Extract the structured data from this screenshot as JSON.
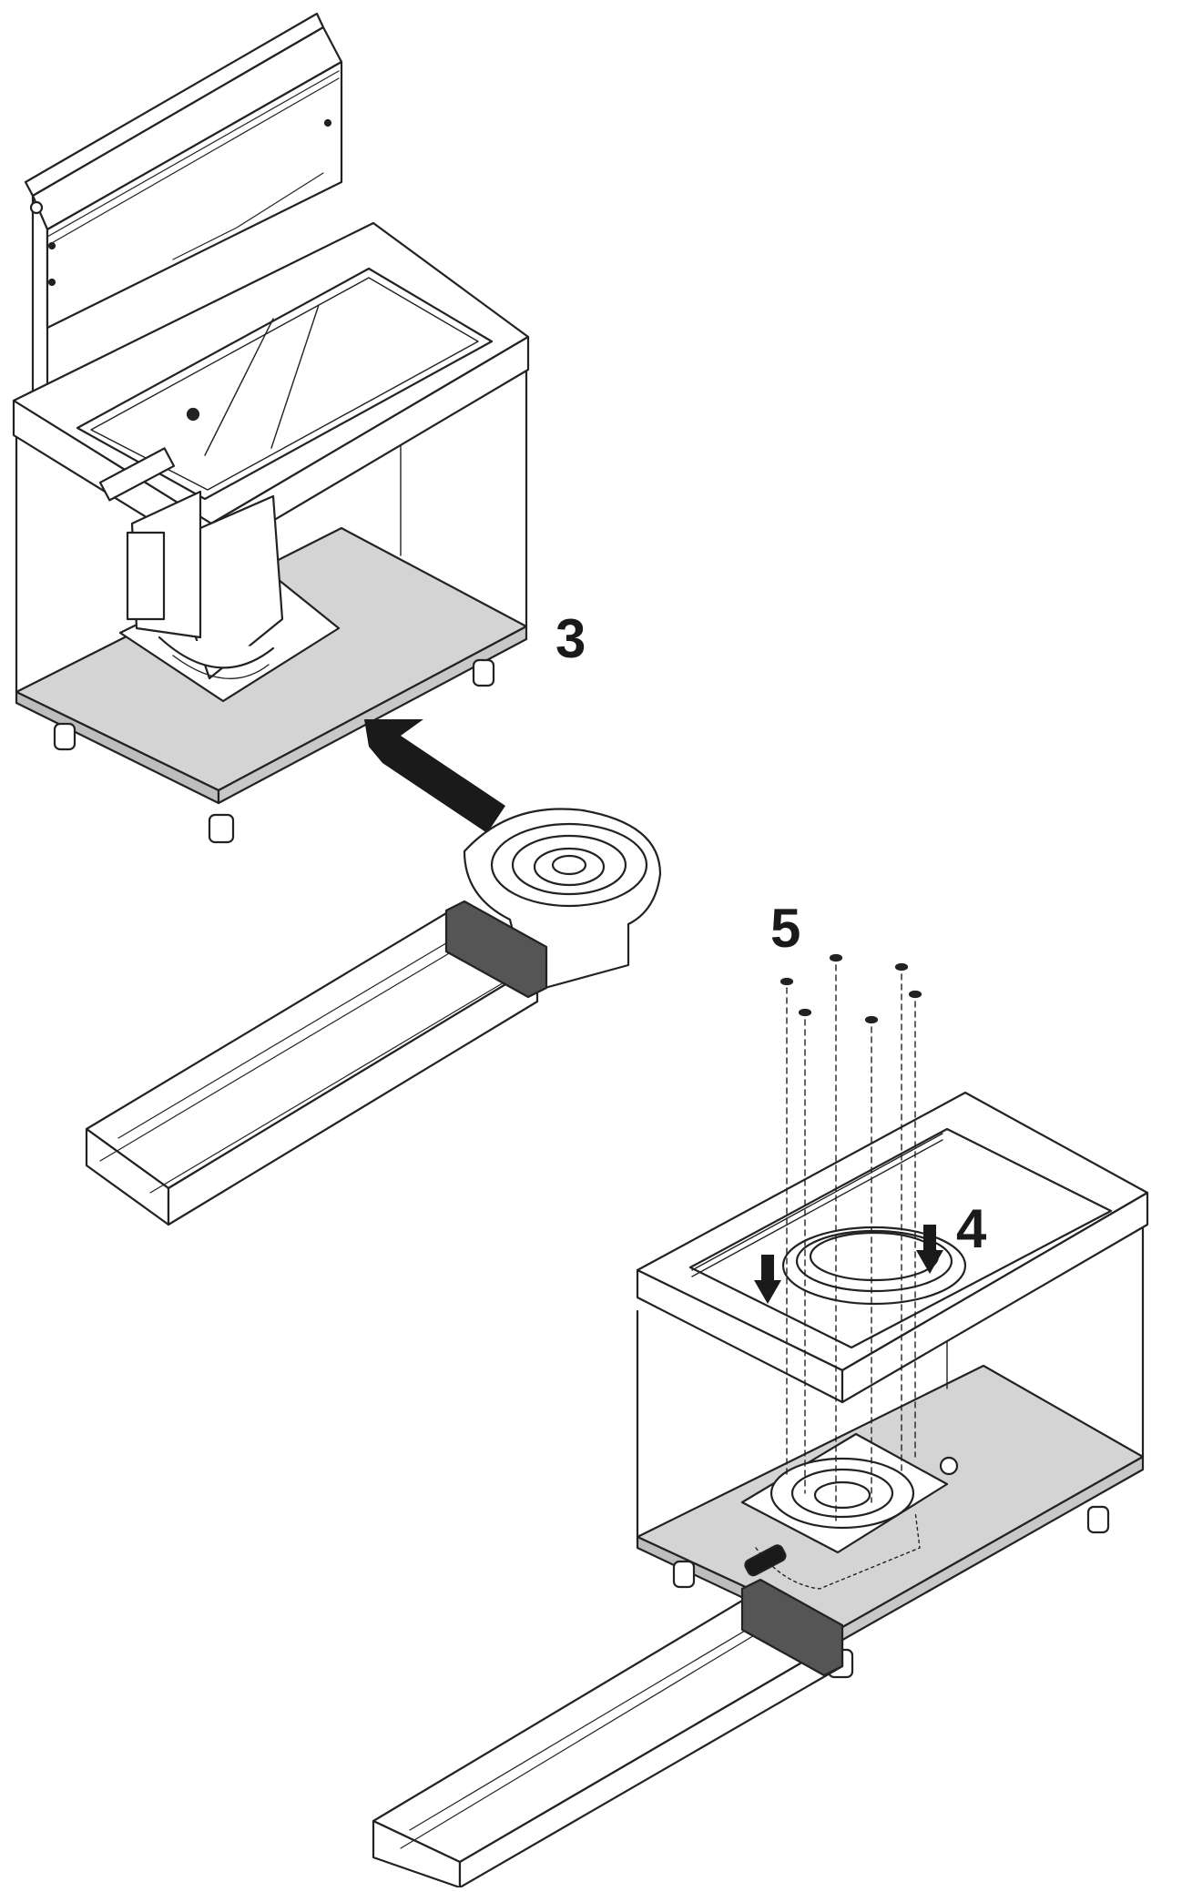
{
  "diagram": {
    "steps": [
      {
        "id": "step-3",
        "label": "3"
      },
      {
        "id": "step-4",
        "label": "4"
      },
      {
        "id": "step-5",
        "label": "5"
      }
    ],
    "colors": {
      "line": "#222222",
      "floor_fill": "#d4d4d4",
      "dark_fill": "#1a1a1a",
      "band_fill": "#555555",
      "background": "#ffffff"
    }
  }
}
